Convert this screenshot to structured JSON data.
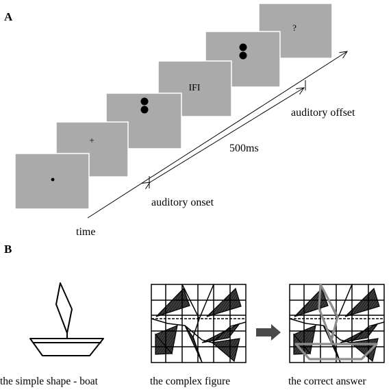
{
  "panel_a": {
    "label": "A",
    "frames": [
      {
        "name": "frame-fixation-dot",
        "symbol": "dot"
      },
      {
        "name": "frame-fixation-cross",
        "symbol": "plus",
        "text": "+"
      },
      {
        "name": "frame-two-flashes",
        "symbol": "two-dots"
      },
      {
        "name": "frame-ifi",
        "symbol": "text",
        "text": "IFI"
      },
      {
        "name": "frame-two-flashes-2",
        "symbol": "two-dots"
      },
      {
        "name": "frame-question",
        "symbol": "text",
        "text": "?"
      }
    ],
    "duration_label": "500ms",
    "auditory_onset": "auditory onset",
    "auditory_offset": "auditory offset",
    "time_label": "time",
    "frame_color": "#aaaaaa"
  },
  "panel_b": {
    "label": "B",
    "captions": {
      "simple": "the simple shape - boat",
      "complex": "the complex figure",
      "answer": "the correct answer"
    },
    "highlight_color": "#8e8e8e"
  }
}
